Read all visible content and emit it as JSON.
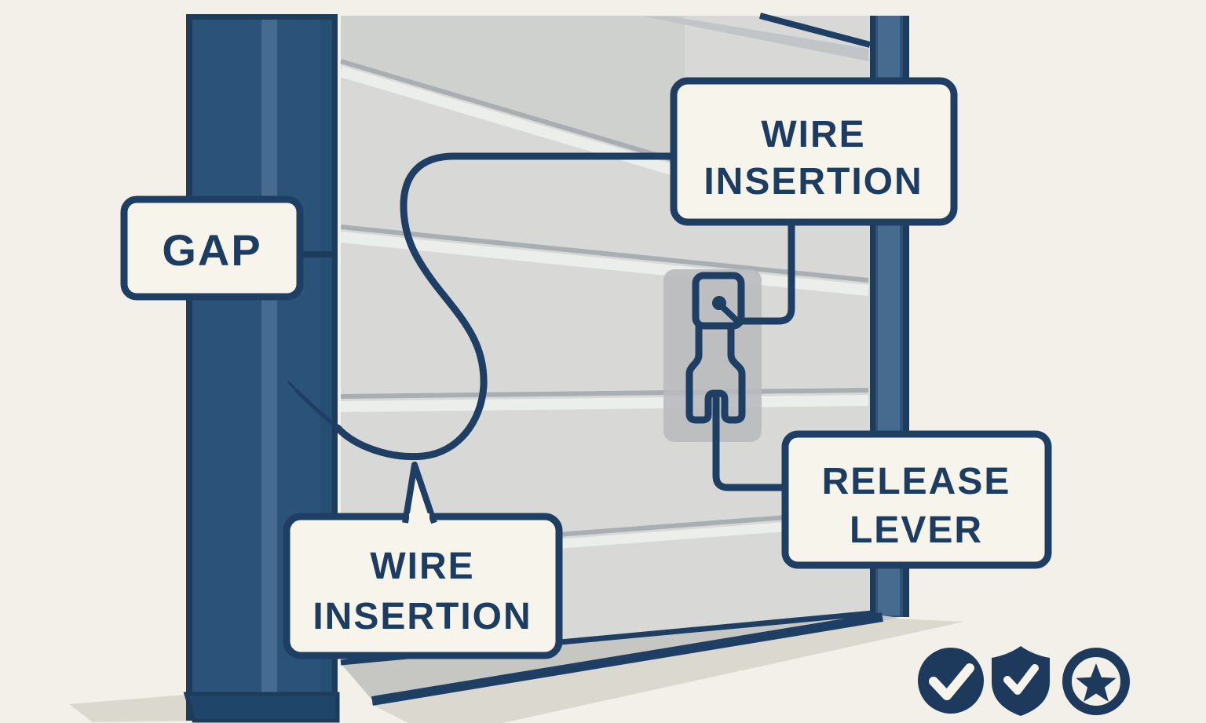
{
  "diagram": {
    "description": "garage-door-bypass-illustration",
    "labels": {
      "gap": "GAP",
      "wire_insertion_top_line1": "WIRE",
      "wire_insertion_top_line2": "INSERTION",
      "wire_insertion_bottom_line1": "WIRE",
      "wire_insertion_bottom_line2": "INSERTION",
      "release_lever_line1": "RELEASE",
      "release_lever_line2": "LEVER"
    },
    "icons": [
      {
        "name": "check-circle-icon"
      },
      {
        "name": "shield-check-icon"
      },
      {
        "name": "star-badge-icon"
      }
    ],
    "colors": {
      "background": "#f3f0e9",
      "label_fill": "#f7f4ec",
      "outline_navy": "#1e3f63",
      "text_navy": "#1c3c62",
      "door_panel": "#d8d9d6",
      "door_panel_dark": "#cfd1cf",
      "panel_seam": "#a9aeb3",
      "panel_highlight": "#eceeeb",
      "frame_main": "#2b5279",
      "frame_light": "#476b8e",
      "frame_dark": "#1d3c5c",
      "frame_mid": "#264d72",
      "plate_gray": "#b7babd",
      "underside_gray": "#c6c7c3",
      "shadow_gray": "#dbd8d0",
      "icon_navy": "#1d3a5c"
    }
  }
}
